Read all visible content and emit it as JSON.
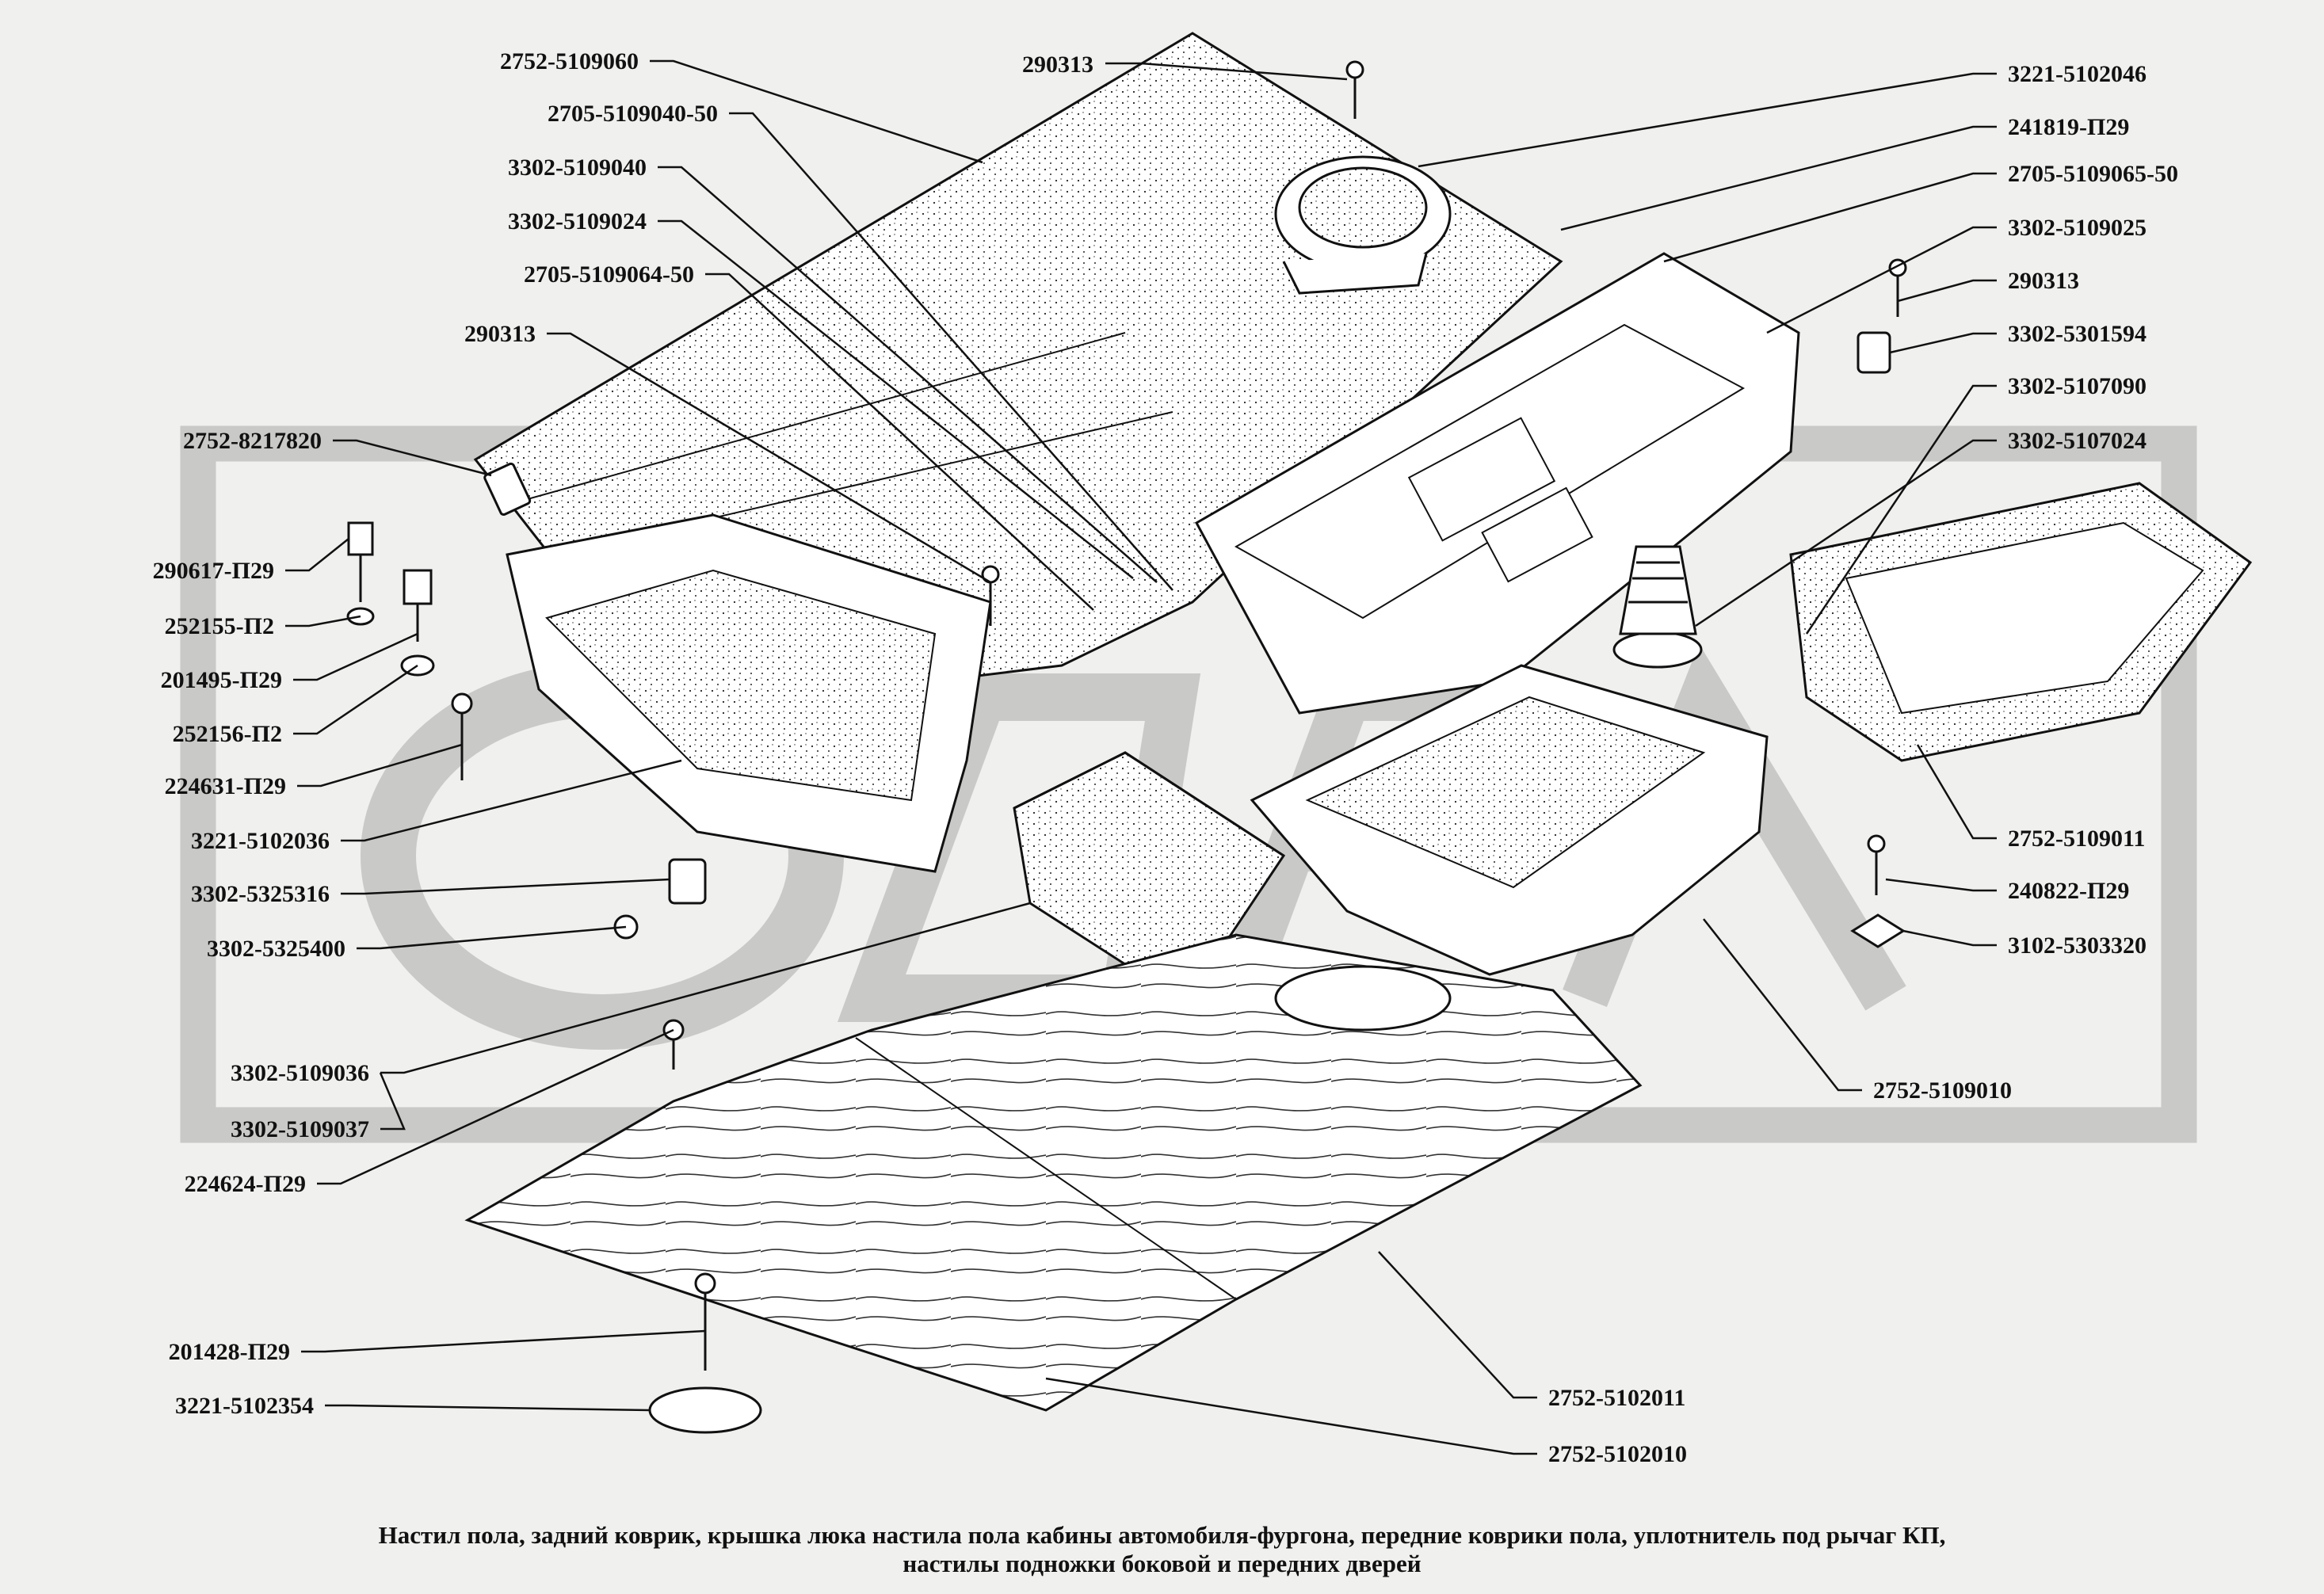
{
  "left_labels": [
    "2752-5109060",
    "2705-5109040-50",
    "3302-5109040",
    "3302-5109024",
    "2705-5109064-50",
    "290313",
    "2752-8217820",
    "290617-П29",
    "252155-П2",
    "201495-П29",
    "252156-П2",
    "224631-П29",
    "3221-5102036",
    "3302-5325316",
    "3302-5325400",
    "3302-5109036",
    "3302-5109037",
    "224624-П29",
    "201428-П29",
    "3221-5102354"
  ],
  "right_labels": [
    "3221-5102046",
    "241819-П29",
    "2705-5109065-50",
    "3302-5109025",
    "290313",
    "3302-5301594",
    "3302-5107090",
    "3302-5107024",
    "2752-5109011",
    "240822-П29",
    "3102-5303320",
    "2752-5109010",
    "2752-5102011",
    "2752-5102010"
  ],
  "top_label": "290313",
  "caption": {
    "line1": "Настил пола, задний коврик, крышка люка настила пола кабины автомобиля-фургона, передние коврики пола, уплотнитель под рычаг КП,",
    "line2": "настилы подножки боковой и передних  дверей"
  },
  "colors": {
    "line": "#111111",
    "fill": "#ffffff",
    "watermark": "#c9c9c7",
    "background": "#f0f0ee"
  }
}
